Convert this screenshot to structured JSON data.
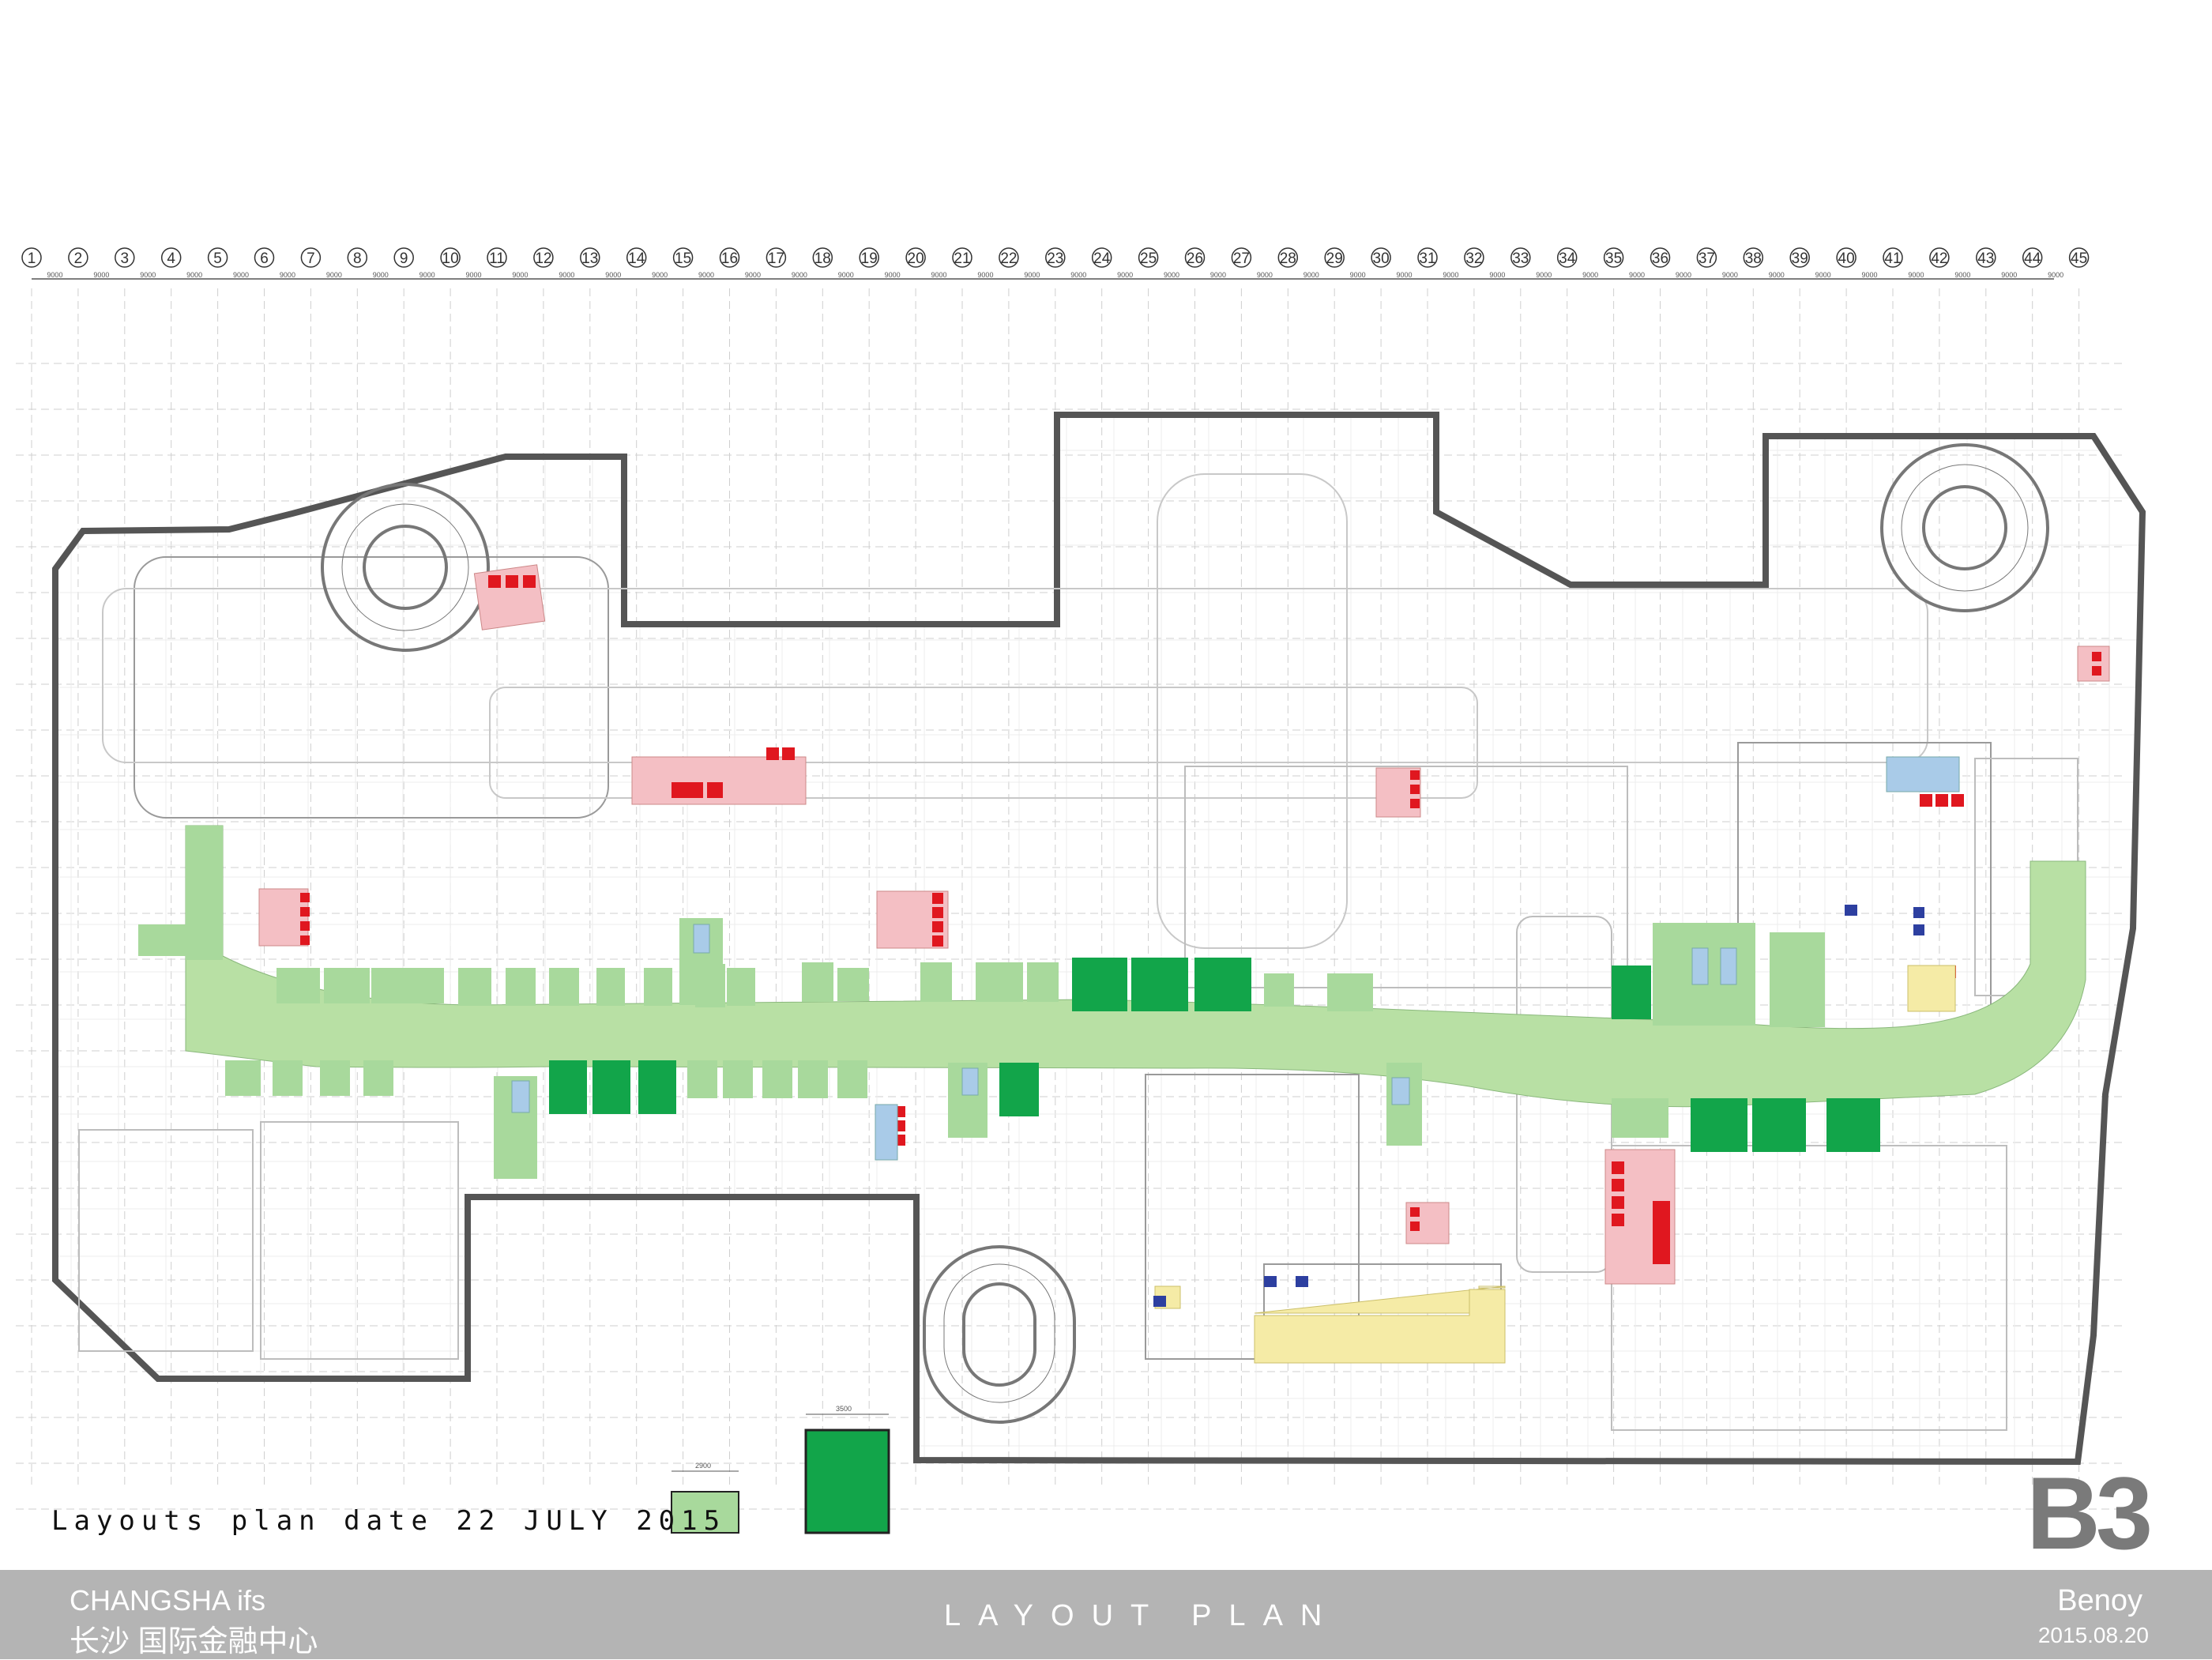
{
  "project": {
    "name": "CHANGSHA  ifs",
    "name_cn": "长沙 国际金融中心"
  },
  "title": "LAYOUT PLAN",
  "firm": "Benoy",
  "date": "2015.08.20",
  "plan_date": "Layouts plan date 22 JULY 2015",
  "level": "B3",
  "grid": {
    "columns": [
      "1",
      "2",
      "3",
      "4",
      "5",
      "6",
      "7",
      "8",
      "9",
      "10",
      "11",
      "12",
      "13",
      "14",
      "15",
      "16",
      "17",
      "18",
      "19",
      "20",
      "21",
      "22",
      "23",
      "24",
      "25",
      "26",
      "27",
      "28",
      "29",
      "30",
      "31",
      "32",
      "33",
      "34",
      "35",
      "36",
      "37",
      "38",
      "39",
      "40",
      "41",
      "42",
      "43",
      "44",
      "45"
    ],
    "spacing_label": "9000"
  },
  "legend": {
    "small_kiosk": {
      "width_label": "2900",
      "color": "#a8d99c"
    },
    "large_kiosk": {
      "width_label": "3500",
      "color": "#12a54a"
    }
  },
  "colors": {
    "light_green": "#a8d99c",
    "dark_green": "#12a54a",
    "mall": "#b8e0a4",
    "core": "#f4bfc4",
    "service_yellow": "#f5eba6",
    "blue": "#a9cbe8"
  }
}
